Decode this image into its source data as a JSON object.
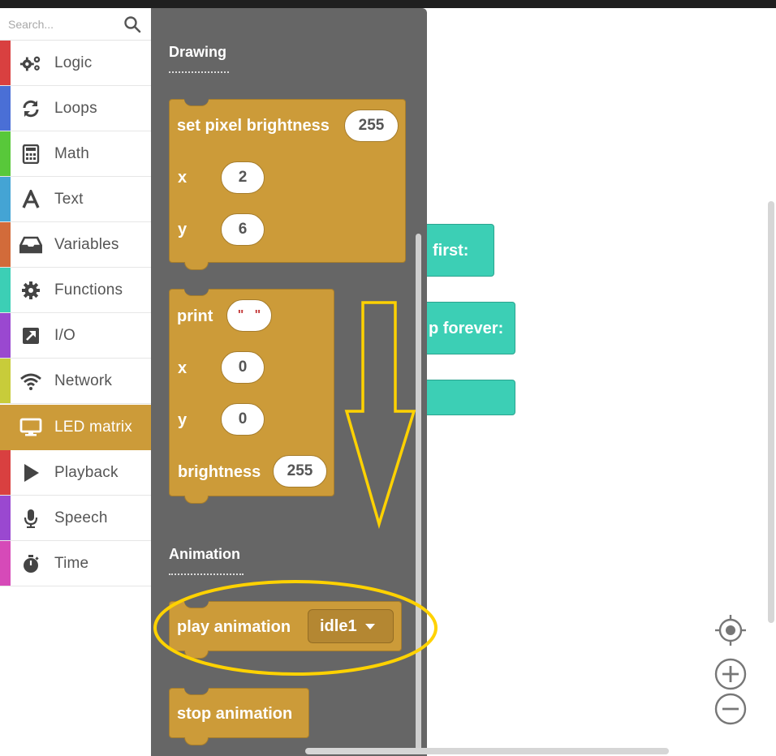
{
  "search": {
    "placeholder": "Search..."
  },
  "categories": [
    {
      "label": "Logic",
      "icon": "gears-icon",
      "color": "#d94040"
    },
    {
      "label": "Loops",
      "icon": "refresh-icon",
      "color": "#4a6fd6"
    },
    {
      "label": "Math",
      "icon": "calculator-icon",
      "color": "#58c83a"
    },
    {
      "label": "Text",
      "icon": "text-a-icon",
      "color": "#44a4d4"
    },
    {
      "label": "Variables",
      "icon": "inbox-icon",
      "color": "#d26b3a"
    },
    {
      "label": "Functions",
      "icon": "cog-icon",
      "color": "#3ccfb5"
    },
    {
      "label": "I/O",
      "icon": "external-link-icon",
      "color": "#9a48d0"
    },
    {
      "label": "Network",
      "icon": "wifi-icon",
      "color": "#c8cc3a"
    },
    {
      "label": "LED matrix",
      "icon": "monitor-icon",
      "color": "#cc9b39"
    },
    {
      "label": "Playback",
      "icon": "play-icon",
      "color": "#d94040"
    },
    {
      "label": "Speech",
      "icon": "microphone-icon",
      "color": "#9a48d0"
    },
    {
      "label": "Time",
      "icon": "stopwatch-icon",
      "color": "#d64ab8"
    }
  ],
  "selected_category": "LED matrix",
  "flyout": {
    "sections": {
      "drawing": "Drawing",
      "animation": "Animation"
    },
    "set_pixel": {
      "title": "set pixel brightness",
      "brightness": "255",
      "x_label": "x",
      "x_value": "2",
      "y_label": "y",
      "y_value": "6"
    },
    "print": {
      "title": "print",
      "x_label": "x",
      "x_value": "0",
      "y_label": "y",
      "y_value": "0",
      "brightness_label": "brightness",
      "brightness_value": "255"
    },
    "play_animation": {
      "title": "play animation",
      "selected": "idle1"
    },
    "stop_animation": {
      "title": "stop animation"
    }
  },
  "workspace": {
    "run_first_label": "Arduino run first:",
    "run_first_visible": "first:",
    "loop_forever_label": "Arduino loop forever:",
    "loop_forever_visible": "p forever:"
  },
  "colors": {
    "led_matrix": "#cc9b39",
    "arduino": "#3ccfb5",
    "flyout_bg": "#666666",
    "annotation": "#ffd200"
  }
}
